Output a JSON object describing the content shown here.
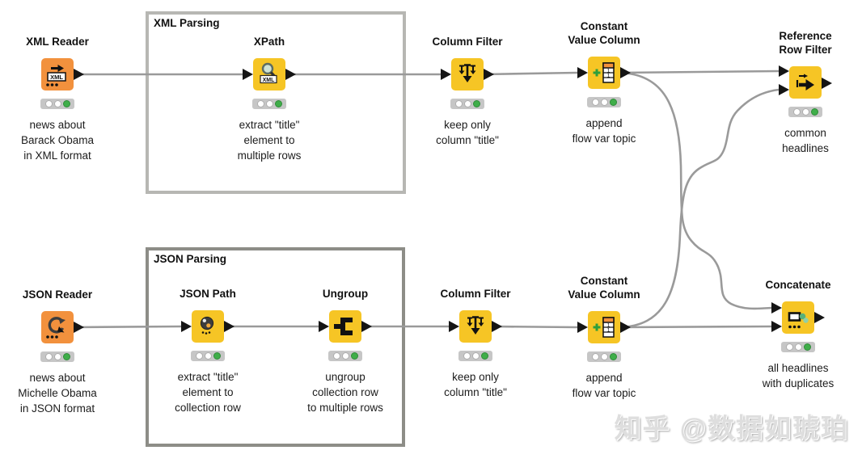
{
  "groups": [
    {
      "label": "XML Parsing"
    },
    {
      "label": "JSON Parsing"
    }
  ],
  "nodes": [
    {
      "title": "XML Reader",
      "desc": "news about\nBarack Obama\nin XML format"
    },
    {
      "title": "XPath",
      "desc": "extract \"title\"\nelement to\nmultiple rows"
    },
    {
      "title": "Column Filter",
      "desc": "keep only\ncolumn \"title\""
    },
    {
      "title": "Constant\nValue Column",
      "desc": "append\nflow var topic"
    },
    {
      "title": "Reference\nRow Filter",
      "desc": "common\nheadlines"
    },
    {
      "title": "JSON Reader",
      "desc": "news about\nMichelle Obama\nin JSON format"
    },
    {
      "title": "JSON Path",
      "desc": "extract \"title\"\nelement to\ncollection row"
    },
    {
      "title": "Ungroup",
      "desc": "ungroup\ncollection row\nto multiple rows"
    },
    {
      "title": "Column Filter",
      "desc": "keep only\ncolumn \"title\""
    },
    {
      "title": "Constant\nValue Column",
      "desc": "append\nflow var topic"
    },
    {
      "title": "Concatenate",
      "desc": "all headlines\nwith duplicates"
    }
  ],
  "icons": {
    "reader_badge": "XML",
    "xpath_badge": "XML"
  },
  "status": {
    "traffic_light_state": "executed-green"
  },
  "watermark": {
    "text": "知乎 @数据如琥珀"
  },
  "colors": {
    "node_yellow": "#f6c525",
    "node_orange": "#f2913d",
    "status_green": "#3fae49",
    "connector": "#9a9a9a",
    "xml_group_border": "#b7b7b3",
    "json_group_border": "#8d8d87",
    "port_black": "#151515"
  }
}
